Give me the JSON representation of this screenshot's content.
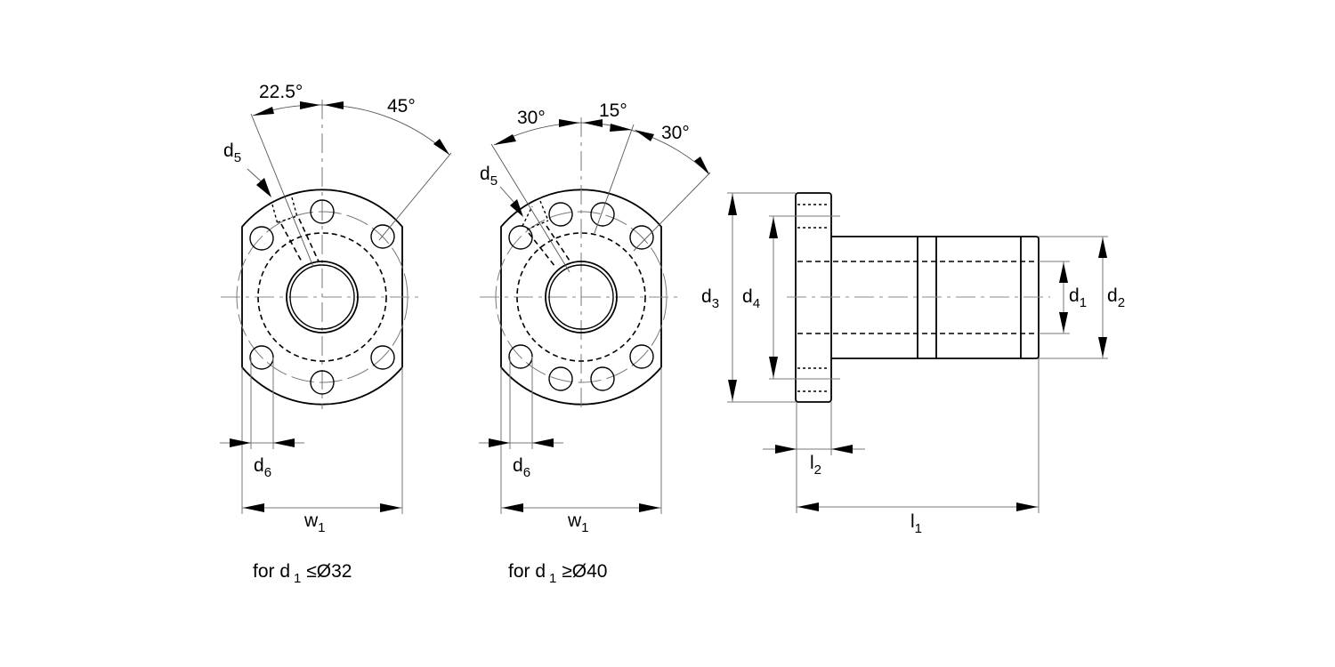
{
  "drawing": {
    "title": "Flange nut dimension drawing",
    "views": {
      "front_small": {
        "caption_prefix": "for d",
        "caption_sub": "1",
        "caption_suffix": " ≤Ø32",
        "angle_labels": [
          "22.5°",
          "45°"
        ],
        "bolt_hole_count": 6,
        "labels": {
          "d5": {
            "base": "d",
            "sub": "5"
          },
          "d6": {
            "base": "d",
            "sub": "6"
          },
          "w1": {
            "base": "w",
            "sub": "1"
          }
        }
      },
      "front_large": {
        "caption_prefix": "for d",
        "caption_sub": "1",
        "caption_suffix": " ≥Ø40",
        "angle_labels": [
          "30°",
          "15°",
          "30°"
        ],
        "bolt_hole_count": 8,
        "labels": {
          "d5": {
            "base": "d",
            "sub": "5"
          },
          "d6": {
            "base": "d",
            "sub": "6"
          },
          "w1": {
            "base": "w",
            "sub": "1"
          }
        }
      },
      "side": {
        "labels": {
          "d1": {
            "base": "d",
            "sub": "1"
          },
          "d2": {
            "base": "d",
            "sub": "2"
          },
          "d3": {
            "base": "d",
            "sub": "3"
          },
          "d4": {
            "base": "d",
            "sub": "4"
          },
          "l1": {
            "base": "l",
            "sub": "1"
          },
          "l2": {
            "base": "l",
            "sub": "2"
          }
        }
      }
    }
  }
}
